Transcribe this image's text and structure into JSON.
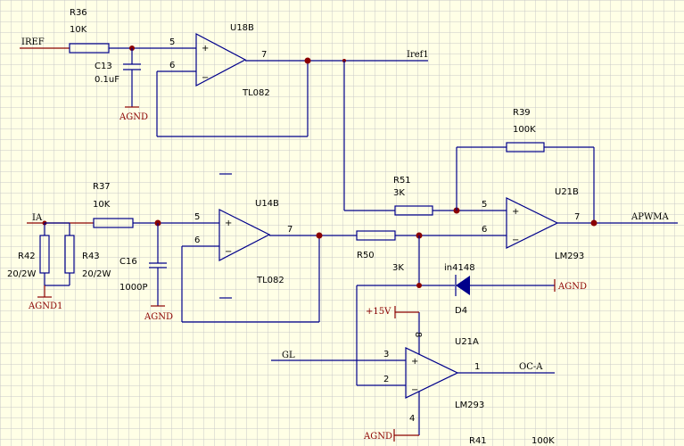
{
  "colors": {
    "background": "#ffffe6",
    "grid": "#c8c8c8",
    "wire": "#00008b",
    "power": "#8b0000",
    "junction": "#8b0000"
  },
  "nets": {
    "iref": "IREF",
    "iref1": "Iref1",
    "ia": "IA",
    "apwma": "APWMA",
    "gl": "GL",
    "oca": "OC-A"
  },
  "power": {
    "agnd": "AGND",
    "agnd1": "AGND1",
    "vcc": "+15V"
  },
  "components": {
    "r36": {
      "ref": "R36",
      "value": "10K"
    },
    "r37": {
      "ref": "R37",
      "value": "10K"
    },
    "r39": {
      "ref": "R39",
      "value": "100K"
    },
    "r41": {
      "ref": "R41",
      "value": "100K"
    },
    "r42": {
      "ref": "R42",
      "value": "20/2W"
    },
    "r43": {
      "ref": "R43",
      "value": "20/2W"
    },
    "r50": {
      "ref": "R50",
      "value": "3K"
    },
    "r51": {
      "ref": "R51",
      "value": "3K"
    },
    "c13": {
      "ref": "C13",
      "value": "0.1uF"
    },
    "c16": {
      "ref": "C16",
      "value": "1000P"
    },
    "d4": {
      "ref": "D4",
      "value": "in4148"
    },
    "u18b": {
      "ref": "U18B",
      "value": "TL082"
    },
    "u14b": {
      "ref": "U14B",
      "value": "TL082"
    },
    "u21b": {
      "ref": "U21B",
      "value": "LM293"
    },
    "u21a": {
      "ref": "U21A",
      "value": "LM293"
    }
  },
  "pins": {
    "u18b": {
      "p5": "5",
      "p6": "6",
      "p7": "7"
    },
    "u14b": {
      "p5": "5",
      "p6": "6",
      "p7": "7"
    },
    "u21b": {
      "p5": "5",
      "p6": "6",
      "p7": "7"
    },
    "u21a": {
      "p1": "1",
      "p2": "2",
      "p3": "3",
      "p4": "4",
      "p8": "8"
    }
  },
  "symbols": {
    "plus": "+",
    "minus": "−"
  }
}
